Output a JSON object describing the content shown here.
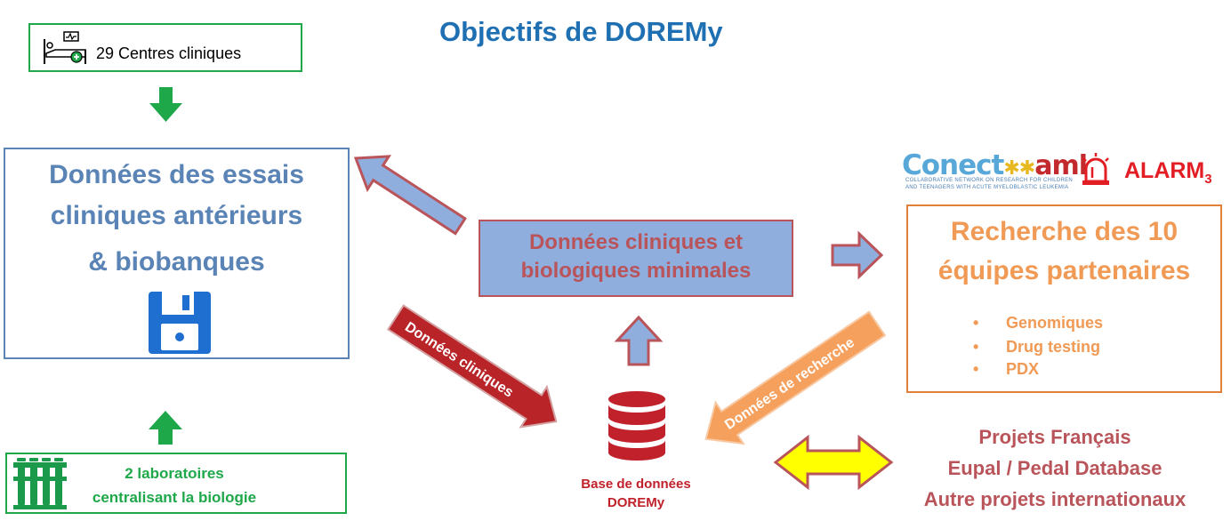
{
  "title": "Objectifs de DOREMy",
  "centres": {
    "label": "29 Centres cliniques",
    "icon": "hospital-bed-icon"
  },
  "labs": {
    "line1": "2 laboratoires",
    "line2": "centralisant la biologie",
    "icon": "test-tubes-icon"
  },
  "essais": {
    "line1": "Données des essais",
    "line2": "cliniques antérieurs",
    "line3": "& biobanques",
    "icon": "floppy-disk-icon"
  },
  "minimal": {
    "line1": "Données cliniques et",
    "line2": "biologiques minimales"
  },
  "recherche": {
    "line1": "Recherche des 10",
    "line2": "équipes partenaires",
    "bullets": [
      "Genomiques",
      "Drug testing",
      "PDX"
    ]
  },
  "logos": {
    "conect_word": "Conect",
    "conect_aml": "aml",
    "conect_sub1": "COLLABORATIVE NETWORK ON RESEARCH FOR CHILDREN",
    "conect_sub2": "AND TEENAGERS WITH ACUTE MYELOBLASTIC LEUKEMIA",
    "alarm_word": "ALARM",
    "alarm_sub": "3"
  },
  "arrows": {
    "donnees_cliniques": "Données cliniques",
    "donnees_recherche": "Données de recherche"
  },
  "database": {
    "line1": "Base de données",
    "line2": "DOREMy",
    "icon": "database-icon"
  },
  "projets": {
    "line1": "Projets Français",
    "line2": "Eupal / Pedal Database",
    "line3": "Autre projets internationaux"
  },
  "colors": {
    "title": "#1f6fb3",
    "green": "#1fa84a",
    "blue_text": "#5a83b6",
    "box_fill": "#8faedd",
    "red_text": "#b9545a",
    "orange": "#f09a55",
    "dark_red": "#c0212b",
    "yellow": "#ffff00"
  }
}
